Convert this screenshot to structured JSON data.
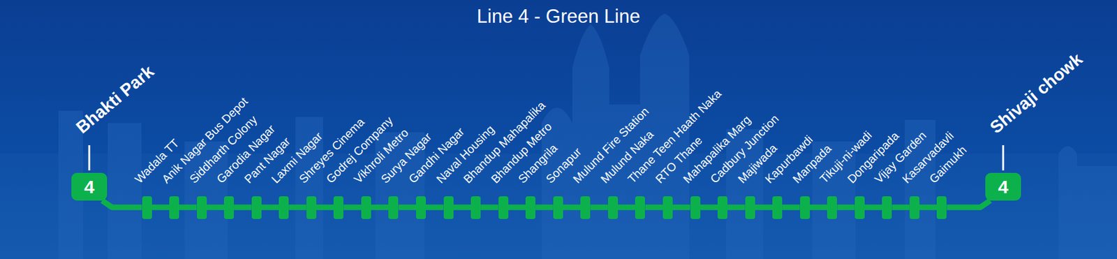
{
  "diagram": {
    "title": "Line 4 - Green Line",
    "nodes": [
      {
        "text": [
          "Bhakti Park",
          "4"
        ]
      },
      {
        "text": [
          "Wadala TT"
        ]
      },
      {
        "text": [
          "Anik Nagar Bus Depot"
        ]
      },
      {
        "text": [
          "Siddharth Colony"
        ]
      },
      {
        "text": [
          "Garodia Nagar"
        ]
      },
      {
        "text": [
          "Pant Nagar"
        ]
      },
      {
        "text": [
          "Laxmi Nagar"
        ]
      },
      {
        "text": [
          "Shreyes Cinema"
        ]
      },
      {
        "text": [
          "Godrej Company"
        ]
      },
      {
        "text": [
          "Vikhroli Metro"
        ]
      },
      {
        "text": [
          "Surya Nagar"
        ]
      },
      {
        "text": [
          "Gandhi Nagar"
        ]
      },
      {
        "text": [
          "Naval Housing"
        ]
      },
      {
        "text": [
          "Bhandup Mahapalika"
        ]
      },
      {
        "text": [
          "Bhandup Metro"
        ]
      },
      {
        "text": [
          "Shangrila"
        ]
      },
      {
        "text": [
          "Sonapur"
        ]
      },
      {
        "text": [
          "Mulund Fire Station"
        ]
      },
      {
        "text": [
          "Mulund Naka"
        ]
      },
      {
        "text": [
          "Thane Teen Haath Naka"
        ]
      },
      {
        "text": [
          "RTO Thane"
        ]
      },
      {
        "text": [
          "Mahapalika Marg"
        ]
      },
      {
        "text": [
          "Cadbury Junction"
        ]
      },
      {
        "text": [
          "Majiwada"
        ]
      },
      {
        "text": [
          "Kapurbawdi"
        ]
      },
      {
        "text": [
          "Manpada"
        ]
      },
      {
        "text": [
          "Tikuji-ni-wadi"
        ]
      },
      {
        "text": [
          "Dongaripada"
        ]
      },
      {
        "text": [
          "Vijay Garden"
        ]
      },
      {
        "text": [
          "Kasarvadavli"
        ]
      },
      {
        "text": [
          "Gaimukh"
        ]
      },
      {
        "text": [
          "Shivaji chowk",
          "4"
        ]
      }
    ],
    "edges": [
      {
        "from": 0,
        "to": 1,
        "arrow": "none"
      },
      {
        "from": 1,
        "to": 2,
        "arrow": "none"
      },
      {
        "from": 2,
        "to": 3,
        "arrow": "none"
      },
      {
        "from": 3,
        "to": 4,
        "arrow": "none"
      },
      {
        "from": 4,
        "to": 5,
        "arrow": "none"
      },
      {
        "from": 5,
        "to": 6,
        "arrow": "none"
      },
      {
        "from": 6,
        "to": 7,
        "arrow": "none"
      },
      {
        "from": 7,
        "to": 8,
        "arrow": "none"
      },
      {
        "from": 8,
        "to": 9,
        "arrow": "none"
      },
      {
        "from": 9,
        "to": 10,
        "arrow": "none"
      },
      {
        "from": 10,
        "to": 11,
        "arrow": "none"
      },
      {
        "from": 11,
        "to": 12,
        "arrow": "none"
      },
      {
        "from": 12,
        "to": 13,
        "arrow": "none"
      },
      {
        "from": 13,
        "to": 14,
        "arrow": "none"
      },
      {
        "from": 14,
        "to": 15,
        "arrow": "none"
      },
      {
        "from": 15,
        "to": 16,
        "arrow": "none"
      },
      {
        "from": 16,
        "to": 17,
        "arrow": "none"
      },
      {
        "from": 17,
        "to": 18,
        "arrow": "none"
      },
      {
        "from": 18,
        "to": 19,
        "arrow": "none"
      },
      {
        "from": 19,
        "to": 20,
        "arrow": "none"
      },
      {
        "from": 20,
        "to": 21,
        "arrow": "none"
      },
      {
        "from": 21,
        "to": 22,
        "arrow": "none"
      },
      {
        "from": 22,
        "to": 23,
        "arrow": "none"
      },
      {
        "from": 23,
        "to": 24,
        "arrow": "none"
      },
      {
        "from": 24,
        "to": 25,
        "arrow": "none"
      },
      {
        "from": 25,
        "to": 26,
        "arrow": "none"
      },
      {
        "from": 26,
        "to": 27,
        "arrow": "none"
      },
      {
        "from": 27,
        "to": 28,
        "arrow": "none"
      },
      {
        "from": 28,
        "to": 29,
        "arrow": "none"
      },
      {
        "from": 29,
        "to": 30,
        "arrow": "none"
      },
      {
        "from": 30,
        "to": 31,
        "arrow": "none"
      }
    ]
  }
}
